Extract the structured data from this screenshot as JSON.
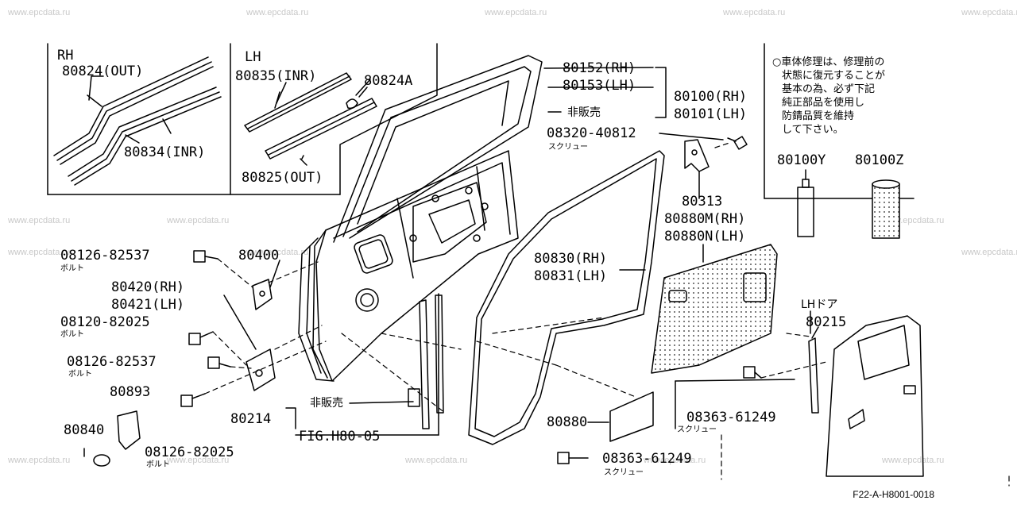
{
  "watermark": "www.epcdata.ru",
  "inset_rh": {
    "side": "RH",
    "outer": "80824(OUT)",
    "inner": "80834(INR)"
  },
  "inset_lh": {
    "side": "LH",
    "inner": "80835(INR)",
    "clip": "80824A",
    "outer": "80825(OUT)"
  },
  "labels": {
    "p80152": "80152(RH)",
    "p80153": "80153(LH)",
    "p80100": "80100(RH)",
    "p80101": "80101(LH)",
    "not_for_sale_top": "非販売",
    "screw_40812": "08320-40812",
    "screw_40812_sub": "スクリュー",
    "p80313": "80313",
    "p80880m": "80880M(RH)",
    "p80880n": "80880N(LH)",
    "bolt_82537_top": "08126-82537",
    "bolt_82537_top_sub": "ボルト",
    "p80400": "80400",
    "p80420": "80420(RH)",
    "p80421": "80421(LH)",
    "bolt_82025_top": "08120-82025",
    "bolt_82025_top_sub": "ボルト",
    "bolt_82537_mid": "08126-82537",
    "bolt_82537_mid_sub": "ボルト",
    "p80893": "80893",
    "p80840": "80840",
    "bolt_82025_bot": "08126-82025",
    "bolt_82025_bot_sub": "ボルト",
    "p80214": "80214",
    "not_for_sale_mid": "非販売",
    "fig_ref": "FIG.H80-05",
    "p80830": "80830(RH)",
    "p80831": "80831(LH)",
    "p80880": "80880",
    "screw_61249_bot": "08363-61249",
    "screw_61249_bot_sub": "スクリュー",
    "lh_door": "LHドア",
    "p80215": "80215",
    "screw_61249_right": "08363-61249",
    "screw_61249_right_sub": "スクリュー",
    "p80100y": "80100Y",
    "p80100z": "80100Z"
  },
  "note": [
    "○車体修理は、修理前の",
    "状態に復元することが",
    "基本の為、必ず下記",
    "純正部品を使用し",
    "防錆品質を維持",
    "して下さい。"
  ],
  "diagram_code": "F22-A-H8001-0018"
}
